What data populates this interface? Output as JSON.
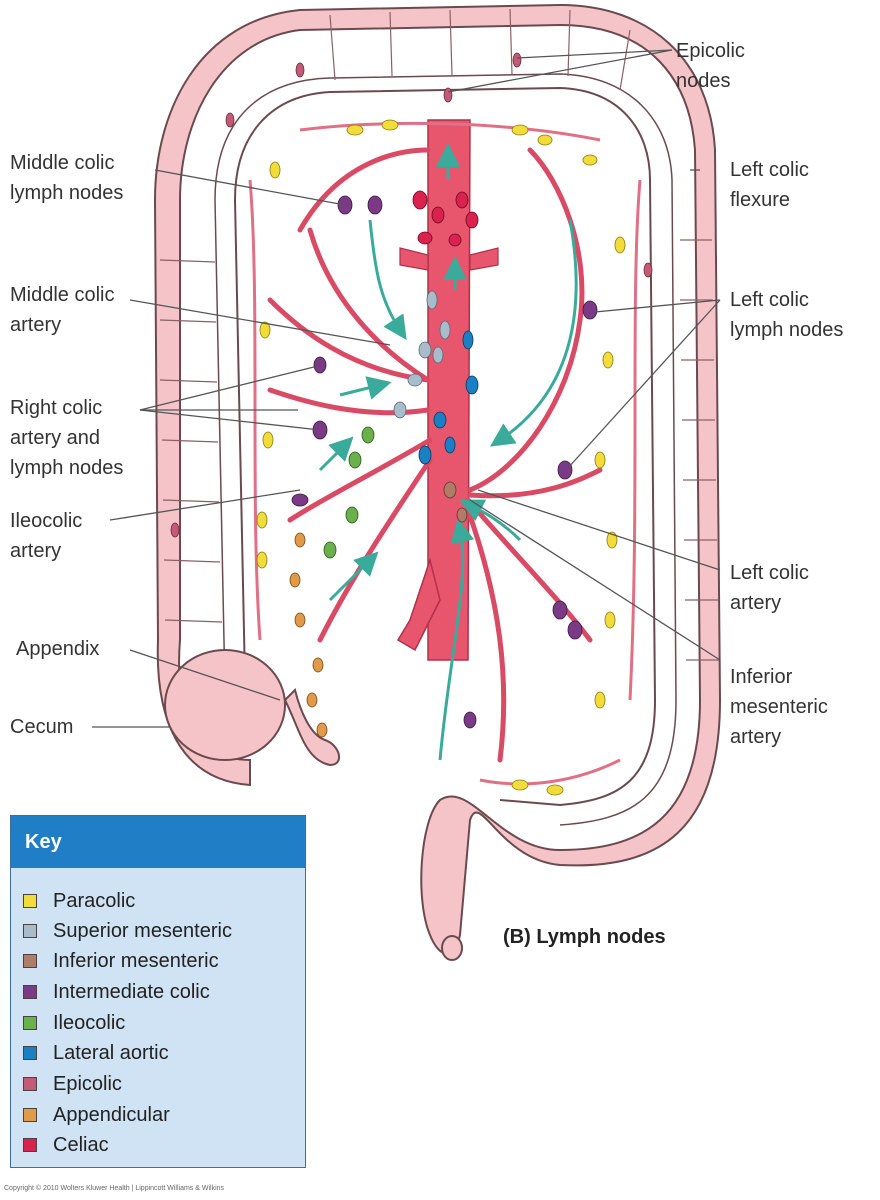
{
  "labels": {
    "epicolic_nodes": [
      "Epicolic",
      "nodes"
    ],
    "middle_colic_lymph_nodes": [
      "Middle colic",
      "lymph nodes"
    ],
    "left_colic_flexure": [
      "Left colic",
      "flexure"
    ],
    "middle_colic_artery": [
      "Middle colic",
      "artery"
    ],
    "left_colic_lymph_nodes": [
      "Left colic",
      "lymph nodes"
    ],
    "right_colic_artery_and_lymph_nodes": [
      "Right colic",
      "artery and",
      "lymph nodes"
    ],
    "ileocolic_artery": [
      "Ileocolic",
      "artery"
    ],
    "left_colic_artery": [
      "Left colic",
      "artery"
    ],
    "appendix": "Appendix",
    "inferior_mesenteric_artery": [
      "Inferior",
      "mesenteric",
      "artery"
    ],
    "cecum": "Cecum"
  },
  "key": {
    "title": "Key",
    "items": [
      {
        "label": "Paracolic",
        "color": "#f2dc3a"
      },
      {
        "label": "Superior mesenteric",
        "color": "#a9bccb"
      },
      {
        "label": "Inferior mesenteric",
        "color": "#b07c6a"
      },
      {
        "label": "Intermediate colic",
        "color": "#7a3a86"
      },
      {
        "label": "Ileocolic",
        "color": "#6ab04c"
      },
      {
        "label": "Lateral aortic",
        "color": "#1b7fc4"
      },
      {
        "label": "Epicolic",
        "color": "#c35a78"
      },
      {
        "label": "Appendicular",
        "color": "#e09a4a"
      },
      {
        "label": "Celiac",
        "color": "#d9224e"
      }
    ]
  },
  "caption": "(B) Lymph nodes",
  "copyright": "Copyright © 2010 Wolters Kluwer Health | Lippincott Williams & Wilkins",
  "colors": {
    "colon": "#f5c4c8",
    "colon_outline": "#6a4a4e",
    "artery": "#e8566e",
    "artery_light": "#f07a8c",
    "flow_arrow": "#3aaa9a"
  }
}
